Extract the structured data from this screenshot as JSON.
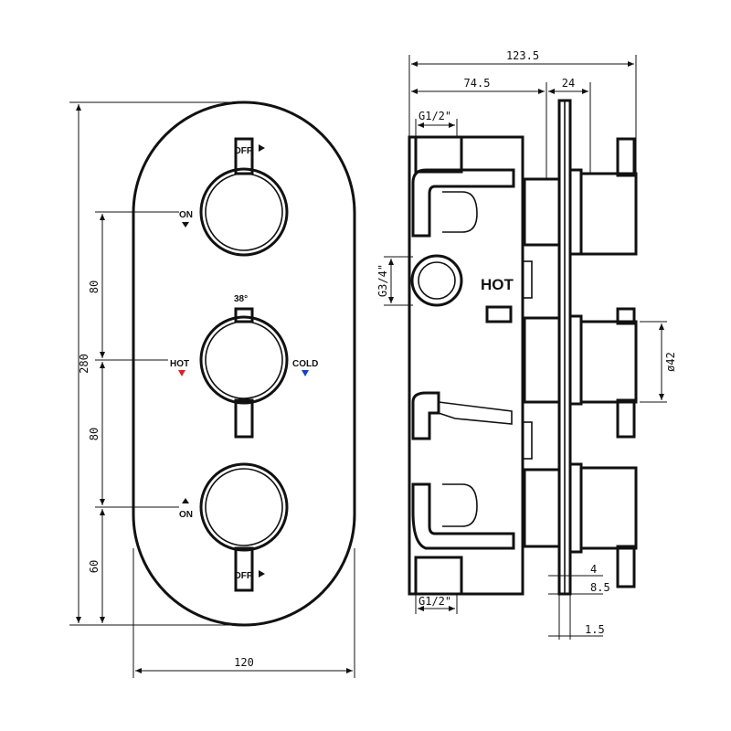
{
  "front_view": {
    "labels": {
      "off_top": "OFF",
      "on_top": "ON",
      "angle": "38°",
      "hot": "HOT",
      "cold": "COLD",
      "on_bottom": "ON",
      "off_bottom": "OFF"
    },
    "dimensions": {
      "overall_height": "280",
      "spacing_upper": "80",
      "spacing_lower": "80",
      "bottom_offset": "60",
      "width": "120"
    }
  },
  "side_view": {
    "dimensions": {
      "overall_depth": "123.5",
      "body_depth": "74.5",
      "handle_depth": "24",
      "top_inlet": "G1/2\"",
      "bottom_outlet": "G1/2\"",
      "side_inlet": "G3/4\"",
      "handle_diameter": "ø42",
      "plate_gap": "4",
      "plate_offset": "8.5",
      "plate_thickness": "1.5"
    },
    "labels": {
      "hot": "HOT"
    }
  },
  "colors": {
    "hot_marker": "#e02020",
    "cold_marker": "#1040d0",
    "line": "#111111"
  }
}
